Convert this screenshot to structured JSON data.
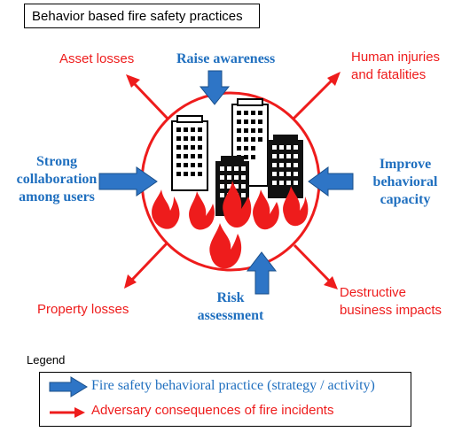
{
  "title": "Behavior based fire safety practices",
  "practices": {
    "top": "Raise awareness",
    "left_line1": "Strong",
    "left_line2": "collaboration",
    "left_line3": "among users",
    "right_line1": "Improve",
    "right_line2": "behavioral",
    "right_line3": "capacity",
    "bottom_line1": "Risk",
    "bottom_line2": "assessment"
  },
  "consequences": {
    "top_left": "Asset losses",
    "top_right_line1": "Human injuries",
    "top_right_line2": "and fatalities",
    "bottom_left": "Property losses",
    "bottom_right_line1": "Destructive",
    "bottom_right_line2": "business impacts"
  },
  "legend": {
    "title": "Legend",
    "blue_item": "Fire safety behavioral practice (strategy / activity)",
    "red_item": "Adversary consequences of fire incidents"
  },
  "colors": {
    "practice_blue": "#2e75c6",
    "consequence_red": "#ee1c1c",
    "building_black": "#111111"
  }
}
